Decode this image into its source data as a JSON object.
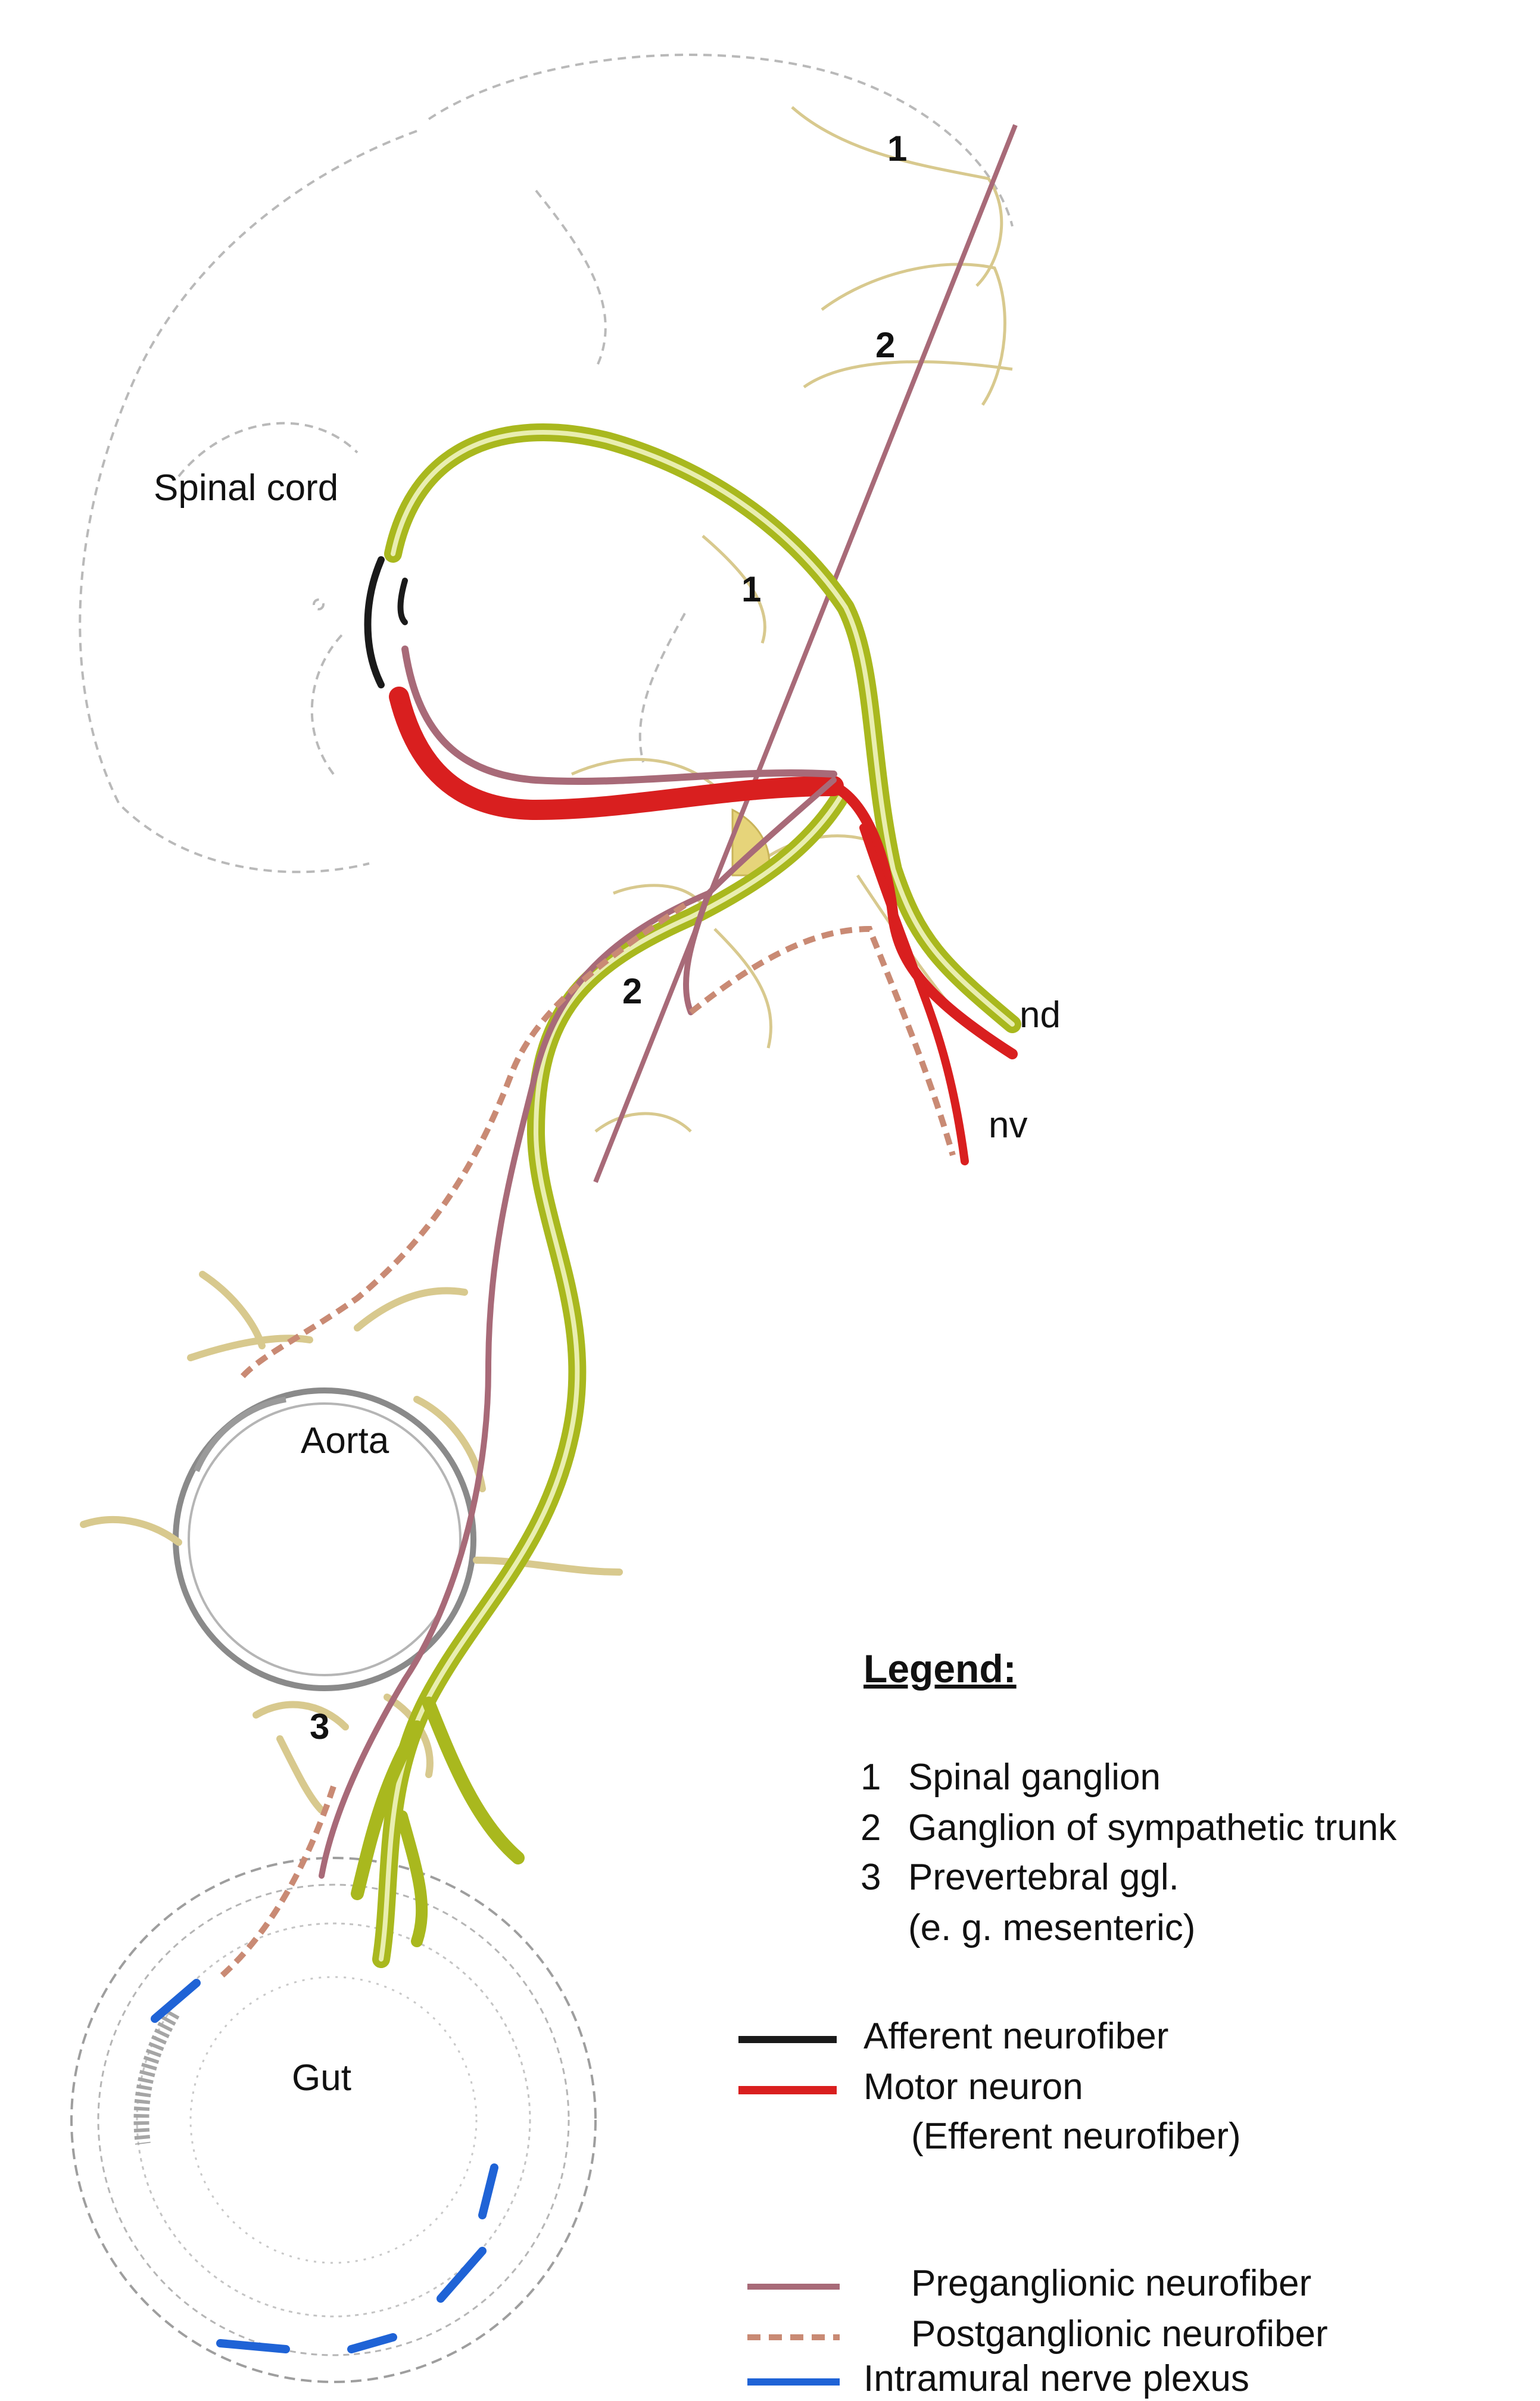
{
  "labels": {
    "spinal_cord": "Spinal cord",
    "aorta": "Aorta",
    "gut": "Gut",
    "nd": "nd",
    "nv": "nv",
    "n1_top": "1",
    "n2_top": "2",
    "n1_mid": "1",
    "n2_mid": "2",
    "n3": "3"
  },
  "legend": {
    "title": "Legend:",
    "ganglia": [
      {
        "num": "1",
        "text": "Spinal ganglion"
      },
      {
        "num": "2",
        "text": "Ganglion of sympathetic trunk"
      },
      {
        "num": "3",
        "text": "Prevertebral ggl."
      },
      {
        "num": "",
        "text": "(e. g. mesenteric)"
      }
    ],
    "lines": {
      "afferent": "Afferent neurofiber",
      "motor": "Motor neuron",
      "motor_sub": "(Efferent neurofiber)",
      "preganglionic": "Preganglionic neurofiber",
      "postganglionic": "Postganglionic neurofiber",
      "intramural": "Intramural nerve plexus"
    }
  },
  "colors": {
    "afferent": "#1a1a1a",
    "motor": "#d91f1f",
    "preganglionic": "#a86a78",
    "postganglionic": "#c98a74",
    "visceral_afferent": "#a9b81e",
    "intramural": "#1f63d6",
    "outline": "#b9b9b9",
    "nerve_tan": "#d8c98e"
  }
}
